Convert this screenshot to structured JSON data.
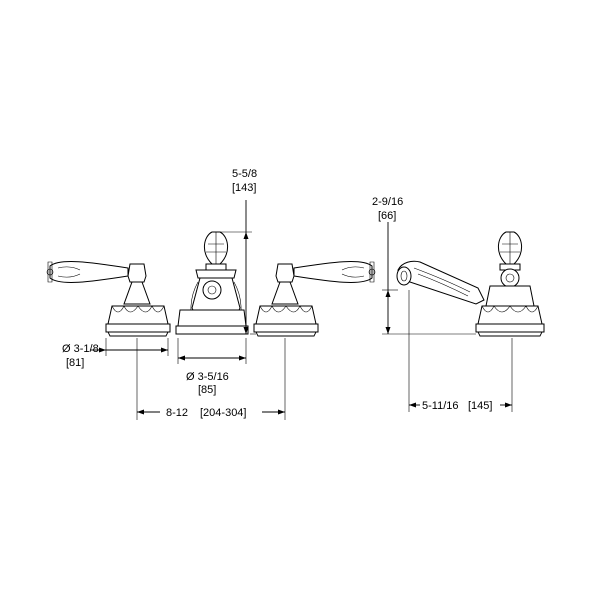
{
  "dimensions": {
    "handle_dia": {
      "imperial": "Ø 3-1/8",
      "metric": "[81]"
    },
    "spout_dia": {
      "imperial": "Ø 3-5/16",
      "metric": "[85]"
    },
    "spread": {
      "imperial": "8-12",
      "metric": "[204-304]"
    },
    "spout_height": {
      "imperial": "5-5/8",
      "metric": "[143]"
    },
    "spray_height": {
      "imperial": "2-9/16",
      "metric": "[66]"
    },
    "spray_reach": {
      "imperial": "5-11/16",
      "metric": "[145]"
    }
  },
  "components": [
    "left-handle",
    "center-spout",
    "right-handle",
    "hand-spray-unit"
  ]
}
